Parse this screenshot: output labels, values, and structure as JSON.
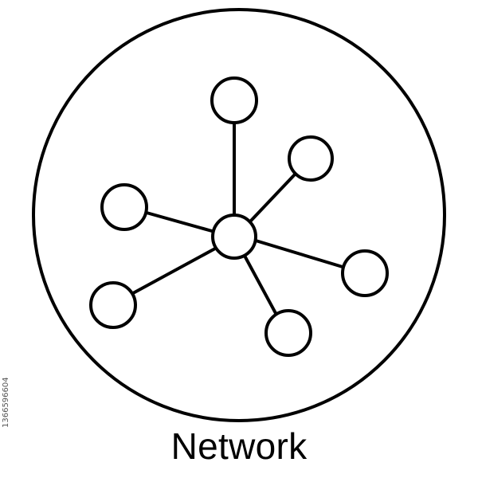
{
  "title": "Network",
  "stock_id": "1366596604",
  "icon": {
    "name": "network-icon",
    "stroke_color": "#000000",
    "fill_color": "#ffffff",
    "nodes": 7,
    "edges": 6
  }
}
